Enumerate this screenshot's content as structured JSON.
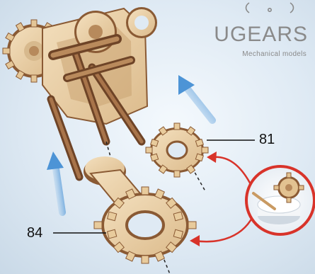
{
  "brand": {
    "wordmark": "UGEARS",
    "tagline": "Mechanical models"
  },
  "parts": [
    {
      "number": "81"
    },
    {
      "number": "84"
    }
  ],
  "colors": {
    "background": "#dfeaf4",
    "wood_light": "#e9cfa6",
    "wood_dark": "#8a5a34",
    "arrow_blue": "#5b9fd8",
    "arrow_red": "#d8332a",
    "glue_circle": "#d8332a"
  },
  "icons": [
    "assembly-arrow-icon",
    "glue-application-icon",
    "leader-line-icon"
  ]
}
